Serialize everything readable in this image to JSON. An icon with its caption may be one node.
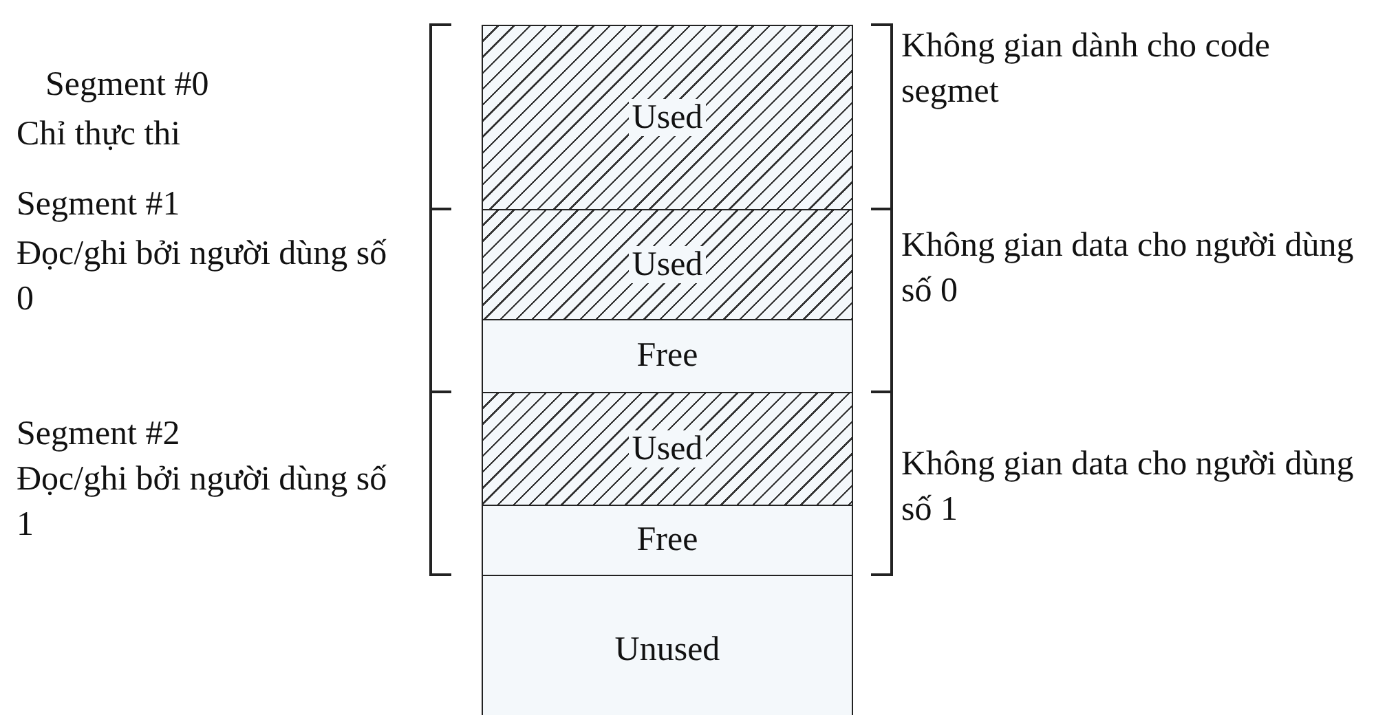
{
  "diagram": {
    "nodes": [
      {
        "text": [
          "Used"
        ]
      },
      {
        "text": [
          "Used"
        ]
      },
      {
        "text": [
          "Free"
        ]
      },
      {
        "text": [
          "Used"
        ]
      },
      {
        "text": [
          "Free"
        ]
      },
      {
        "text": [
          "Unused"
        ]
      }
    ],
    "labels": [
      "Segment #0",
      "Chỉ thực thi",
      "Không gian dành cho code segmet",
      "Segment #1",
      "Đọc/ghi bởi người dùng số 0",
      "Không gian data cho người dùng số 0",
      "Segment #2",
      "Đọc/ghi bởi người dùng số 1",
      "Không gian data cho người dùng số 1"
    ]
  }
}
